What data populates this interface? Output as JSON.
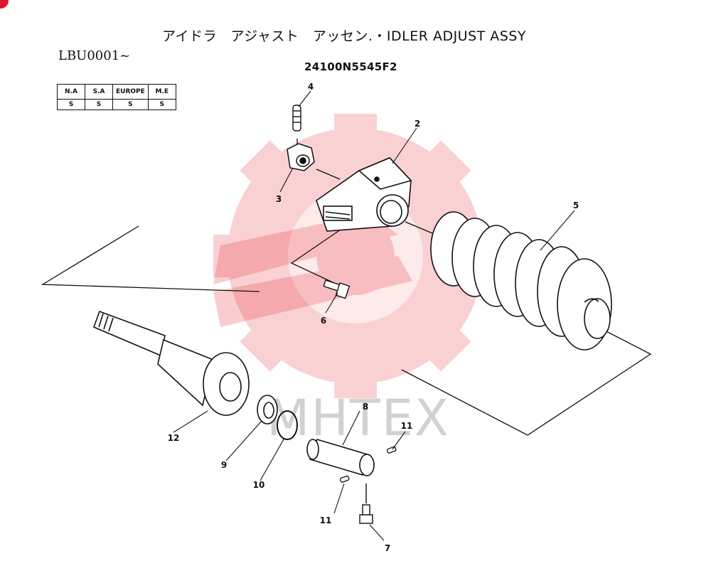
{
  "header": {
    "title": "アイドラ　アジャスト　アッセン.・IDLER  ADJUST  ASSY",
    "serial": "LBU0001~",
    "part_number": "24100N5545F2"
  },
  "region_table": {
    "headers": [
      "N.A",
      "S.A",
      "EUROPE",
      "M.E"
    ],
    "values": [
      "S",
      "S",
      "S",
      "S"
    ]
  },
  "watermark": {
    "text": "MHTEX",
    "color": "#e8202a"
  },
  "callouts": {
    "c2": "2",
    "c3": "3",
    "c4": "4",
    "c5": "5",
    "c6": "6",
    "c7": "7",
    "c8": "8",
    "c9": "9",
    "c10": "10",
    "c11a": "11",
    "c11b": "11",
    "c12": "12"
  }
}
